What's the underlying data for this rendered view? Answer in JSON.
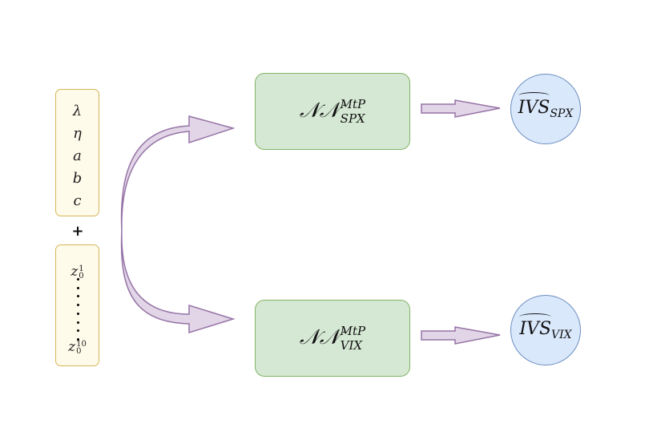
{
  "inputs": {
    "params": [
      "λ",
      "η",
      "a",
      "b",
      "c"
    ],
    "plus": "+",
    "z_first": {
      "base": "z",
      "sup": "1",
      "sub": "0"
    },
    "z_last": {
      "base": "z",
      "sup": "10",
      "sub": "0"
    }
  },
  "networks": {
    "spx": {
      "base": "𝒩𝒩",
      "sup": "MtP",
      "sub": "SPX"
    },
    "vix": {
      "base": "𝒩𝒩",
      "sup": "MtP",
      "sub": "VIX"
    }
  },
  "outputs": {
    "spx": {
      "base": "IVS",
      "sub": "SPX"
    },
    "vix": {
      "base": "IVS",
      "sub": "VIX"
    }
  },
  "colors": {
    "input_fill": "#fffbea",
    "input_stroke": "#d6b656",
    "net_fill": "#d5e8d4",
    "net_stroke": "#82b366",
    "out_fill": "#dae8fc",
    "out_stroke": "#6c8ebf",
    "arrow_fill": "#e1d5e7",
    "arrow_stroke": "#9673a6"
  }
}
